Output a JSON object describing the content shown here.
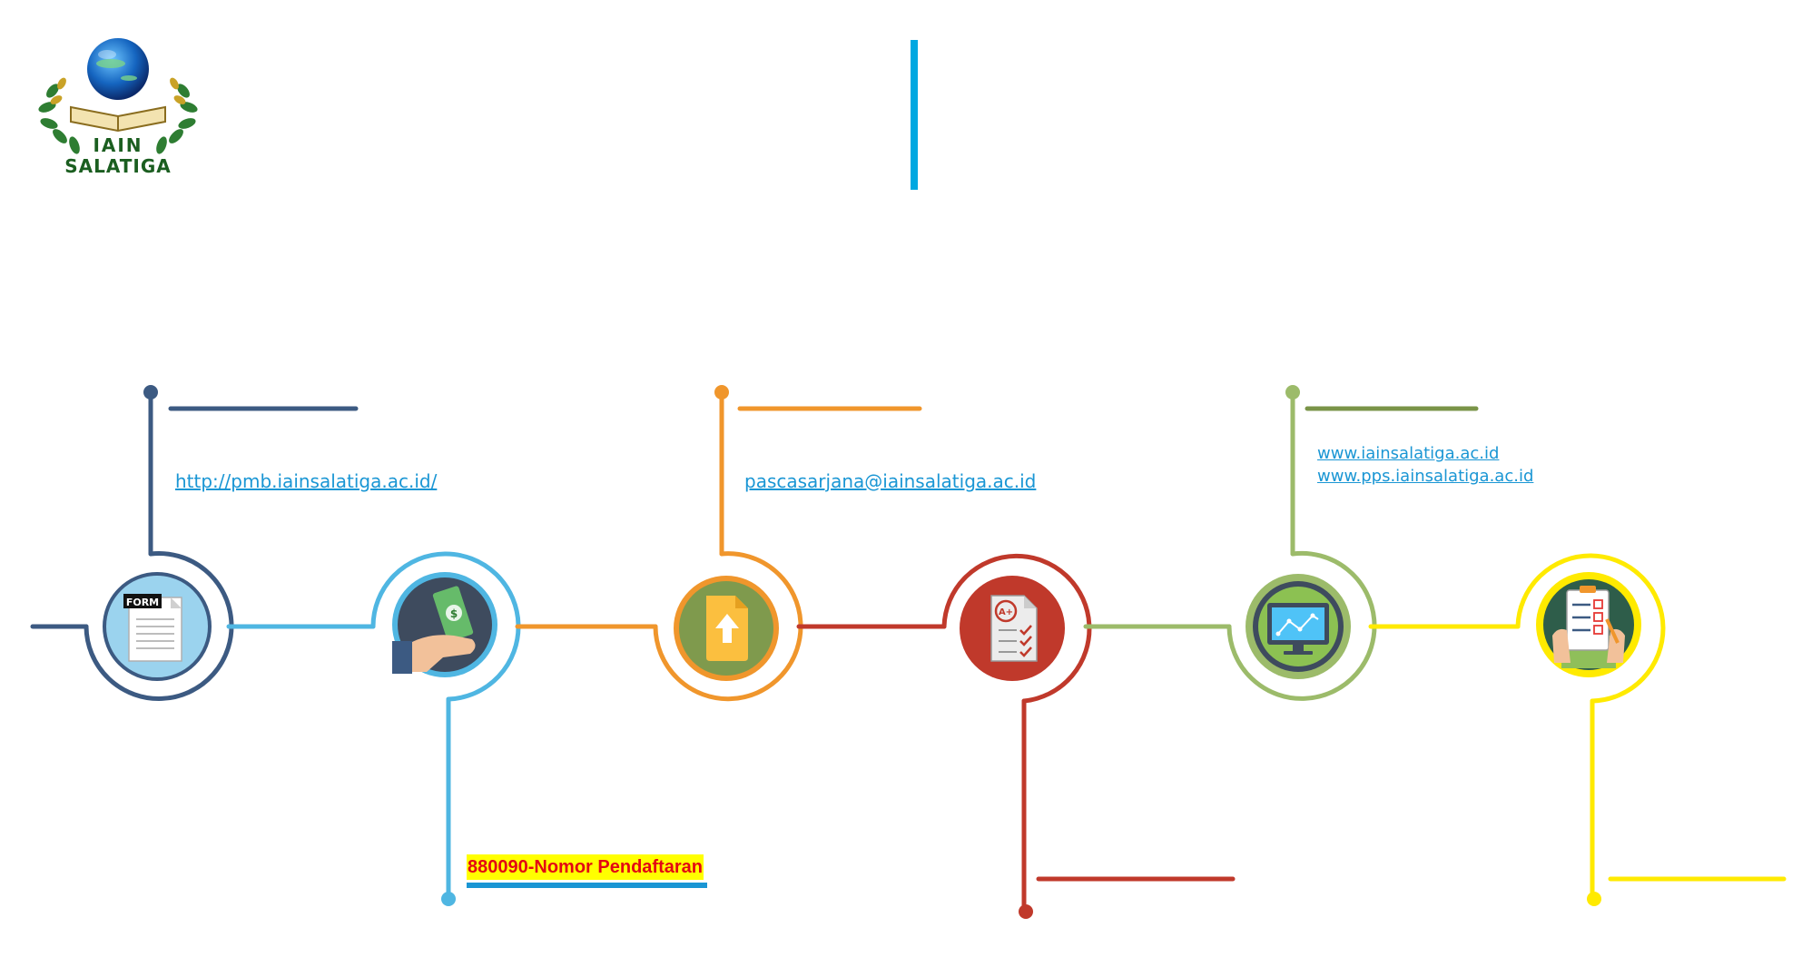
{
  "logo": {
    "line1": "IAIN",
    "line2": "SALATIGA"
  },
  "steps": [
    {
      "id": "form",
      "color": "#3c5a82",
      "icon": "form-icon",
      "icon_label": "FORM",
      "link": "http://pmb.iainsalatiga.ac.id/"
    },
    {
      "id": "payment",
      "color": "#4fb6e2",
      "icon": "payment-icon",
      "note": "880090-Nomor Pendaftaran"
    },
    {
      "id": "upload",
      "color": "#f0962c",
      "icon": "upload-icon",
      "link": "pascasarjana@iainsalatiga.ac.id"
    },
    {
      "id": "test",
      "color": "#c0392b",
      "icon": "exam-paper-icon",
      "icon_label": "A+"
    },
    {
      "id": "announcement",
      "color": "#9cbb6a",
      "icon": "monitor-chart-icon",
      "links": [
        "www.iainsalatiga.ac.id",
        "www.pps.iainsalatiga.ac.id"
      ]
    },
    {
      "id": "reregistration",
      "color": "#ffea00",
      "icon": "checklist-icon"
    }
  ],
  "colors": {
    "divider": "#00a8e1",
    "link": "#1a96d4",
    "highlight_bg": "#ffff00",
    "highlight_text": "#e30613"
  }
}
